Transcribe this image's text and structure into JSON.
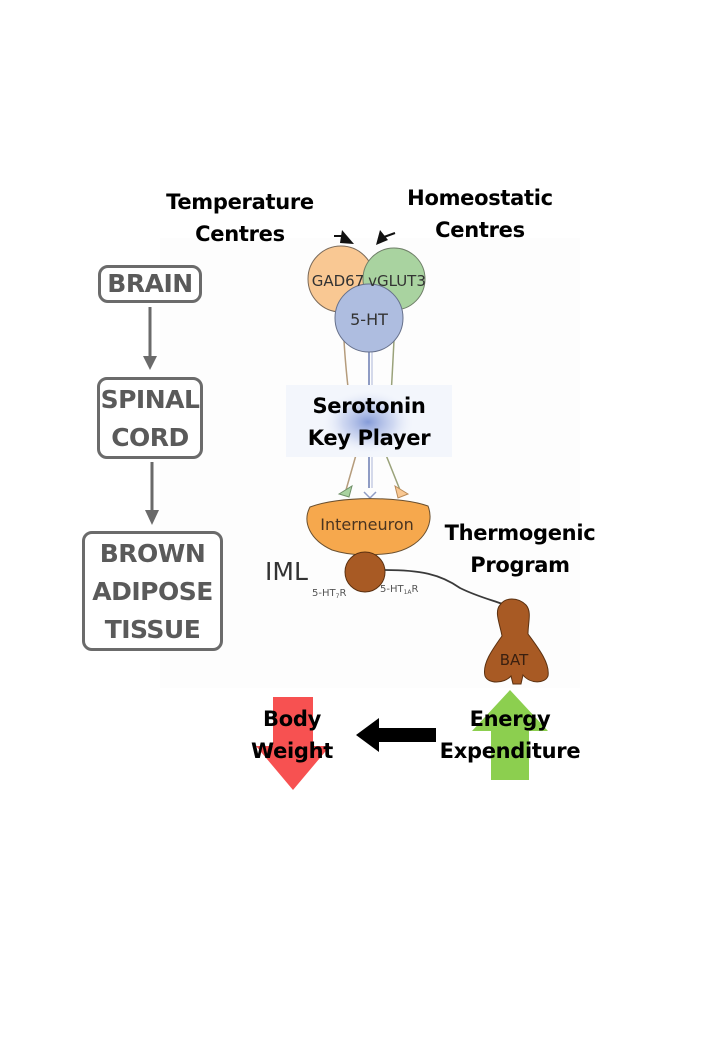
{
  "colors": {
    "gad67": "#f9c893",
    "vglut3": "#a9d3a0",
    "ht5": "#aebde0",
    "interneuron": "#f6a84d",
    "iml_cell": "#a85a24",
    "bat": "#a85a24",
    "box_border": "#6b6b6b",
    "box_text": "#5a5a5a",
    "down_arrow": "#f75151",
    "up_arrow": "#8ccf4f"
  },
  "flow": {
    "boxes": [
      {
        "lines": [
          "BRAIN"
        ]
      },
      {
        "lines": [
          "SPINAL",
          "CORD"
        ]
      },
      {
        "lines": [
          "BROWN",
          "ADIPOSE",
          "TISSUE"
        ]
      }
    ]
  },
  "labels": {
    "temperature": [
      "Temperature",
      "Centres"
    ],
    "homeostatic": [
      "Homeostatic",
      "Centres"
    ],
    "serotonin": [
      "Serotonin",
      "Key Player"
    ],
    "thermogenic": [
      "Thermogenic",
      "Program"
    ],
    "body_weight": [
      "Body",
      "Weight"
    ],
    "energy": [
      "Energy",
      "Expenditure"
    ]
  },
  "cells": {
    "gad67": "GAD67",
    "vglut3": "vGLUT3",
    "ht5": "5-HT",
    "interneuron": "Interneuron",
    "iml": "IML",
    "receptor_left": {
      "base": "5-HT",
      "sub": "7",
      "suffix": "R"
    },
    "receptor_right": {
      "base": "5-HT",
      "sub": "1A",
      "suffix": "R"
    },
    "bat": "BAT"
  }
}
